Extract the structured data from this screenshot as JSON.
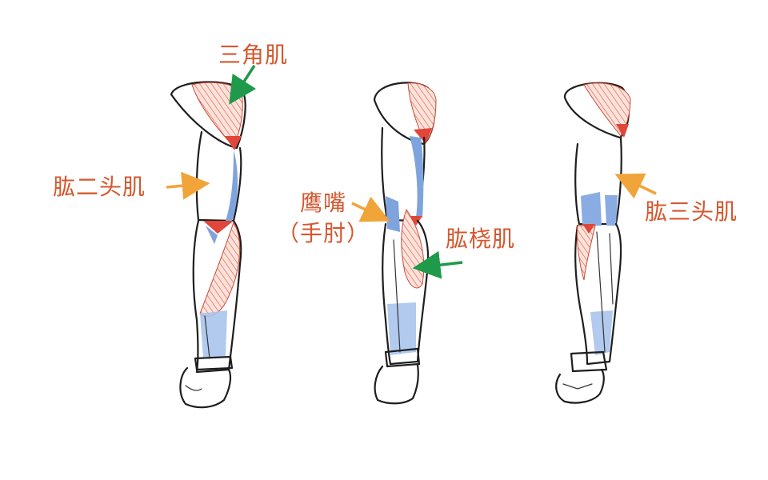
{
  "labels": {
    "deltoid": "三角肌",
    "biceps": "肱二头肌",
    "anconeus_line1": "鹰嘴",
    "anconeus_line2": "（手肘）",
    "brachioradialis": "肱桡肌",
    "triceps": "肱三头肌"
  },
  "colors": {
    "label_text": "#d4582f",
    "muscle_red": "#e0463a",
    "muscle_hatch": "#e8735e",
    "muscle_blue": "#7fa4dd",
    "arrow_green": "#1f9a4a",
    "arrow_orange": "#f0a43a",
    "ink": "#1e1e1e"
  },
  "figures": [
    "arm-front-view",
    "arm-side-view",
    "arm-back-view"
  ]
}
